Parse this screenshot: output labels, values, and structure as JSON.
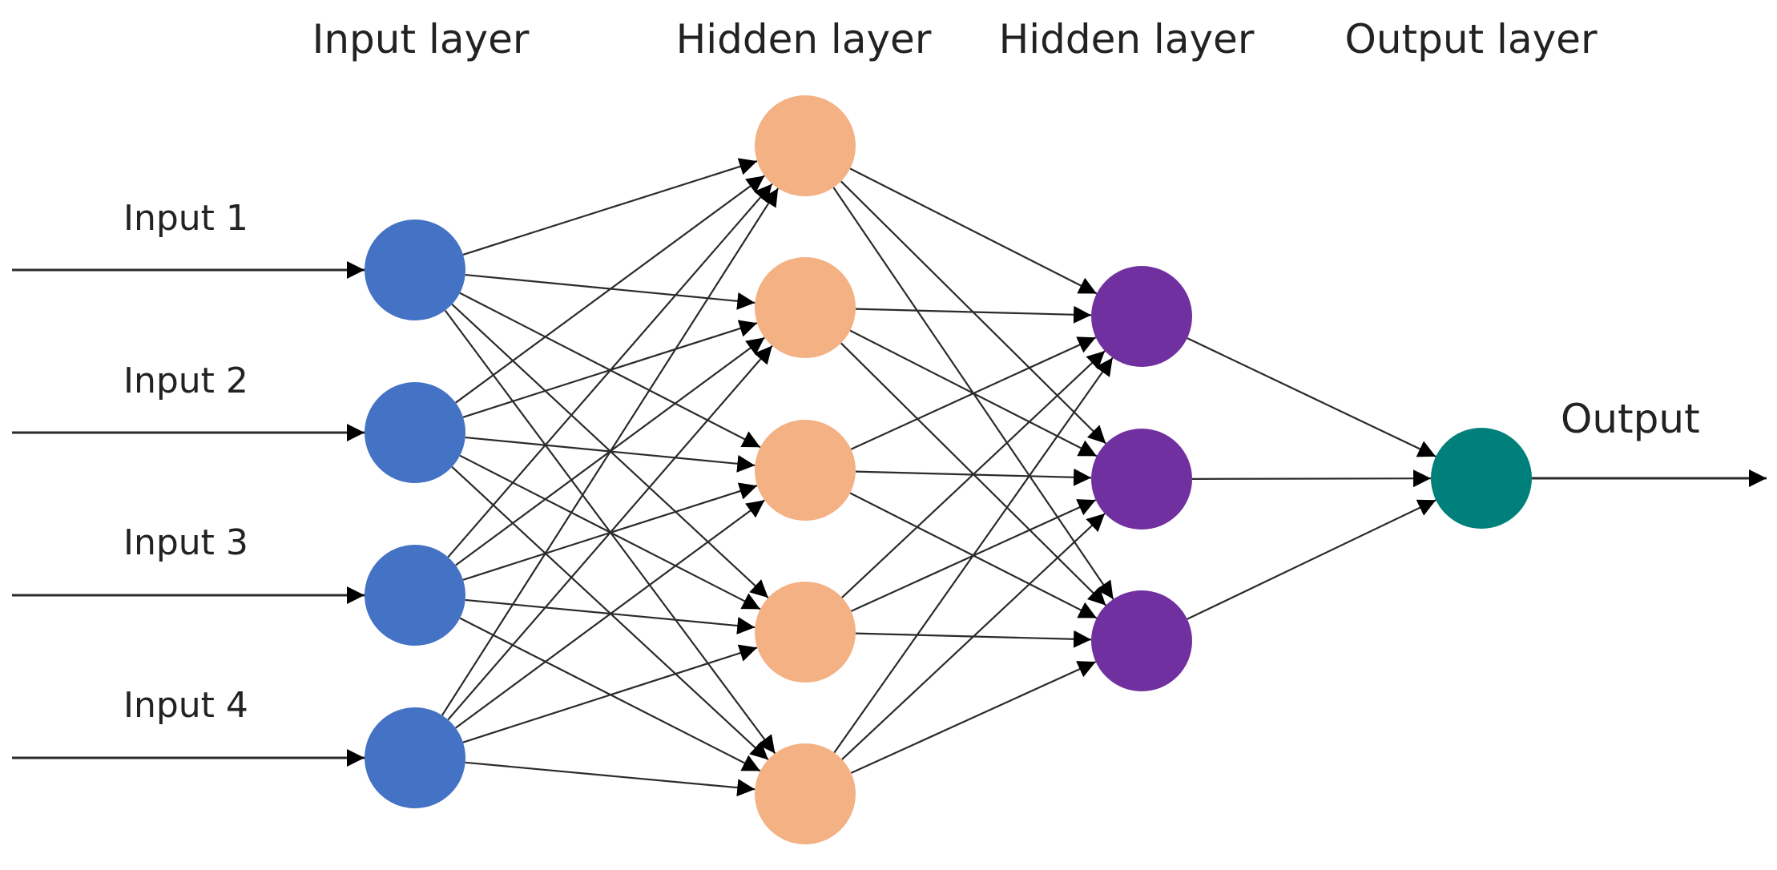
{
  "layers": [
    {
      "title": "Input layer",
      "node_count": 4,
      "color": "#4472C4"
    },
    {
      "title": "Hidden layer",
      "node_count": 5,
      "color": "#F4B183"
    },
    {
      "title": "Hidden layer",
      "node_count": 3,
      "color": "#7030A0"
    },
    {
      "title": "Output layer",
      "node_count": 1,
      "color": "#00807A"
    }
  ],
  "inputs": [
    "Input 1",
    "Input 2",
    "Input 3",
    "Input 4"
  ],
  "output": "Output",
  "edge_color": "#2b2b2b"
}
